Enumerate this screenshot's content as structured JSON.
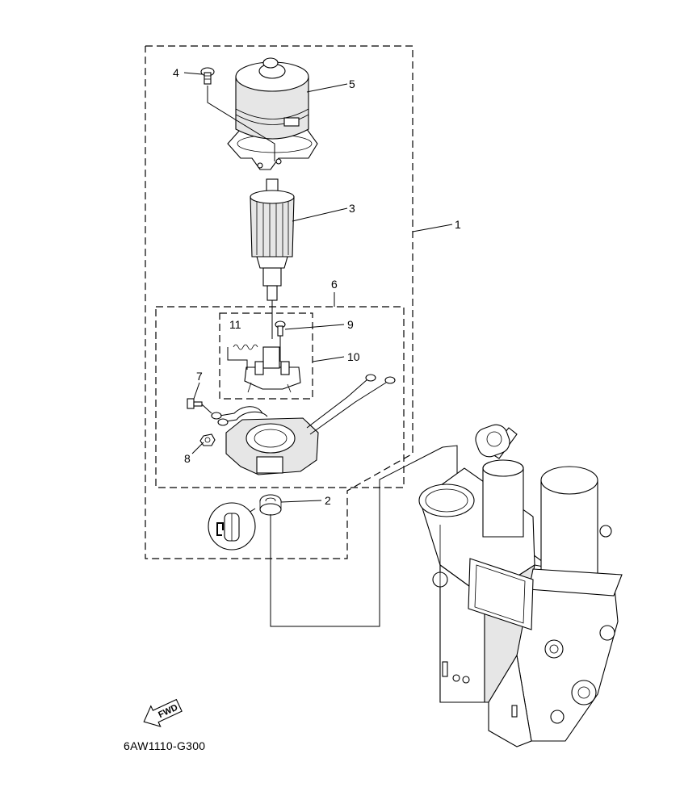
{
  "diagram": {
    "code": "6AW1110-G300",
    "fwd_label": "FWD",
    "callouts": {
      "c1": "1",
      "c2": "2",
      "c3": "3",
      "c4": "4",
      "c5": "5",
      "c6": "6",
      "c7": "7",
      "c8": "8",
      "c9": "9",
      "c10": "10",
      "c11": "11"
    }
  }
}
